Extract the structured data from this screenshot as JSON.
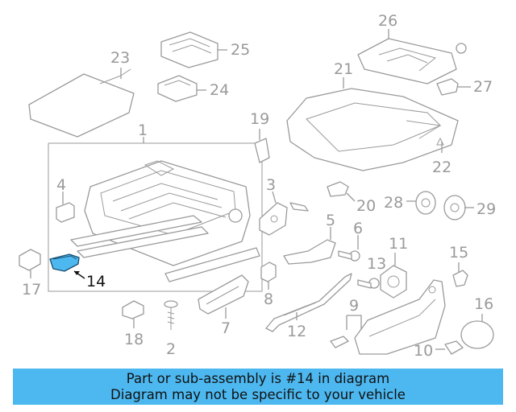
{
  "diagram": {
    "callouts": [
      "1",
      "2",
      "3",
      "4",
      "5",
      "6",
      "7",
      "8",
      "9",
      "10",
      "11",
      "12",
      "13",
      "14",
      "15",
      "16",
      "17",
      "18",
      "19",
      "20",
      "21",
      "22",
      "23",
      "24",
      "25",
      "26",
      "27",
      "28",
      "29"
    ],
    "highlighted_part": "14",
    "highlight_color": "#4db8f0",
    "line_color": "#9a9a9a"
  },
  "banner": {
    "line1": "Part or sub-assembly is #14 in diagram",
    "line2": "Diagram may not be specific to your vehicle",
    "background": "#4db8f0"
  }
}
